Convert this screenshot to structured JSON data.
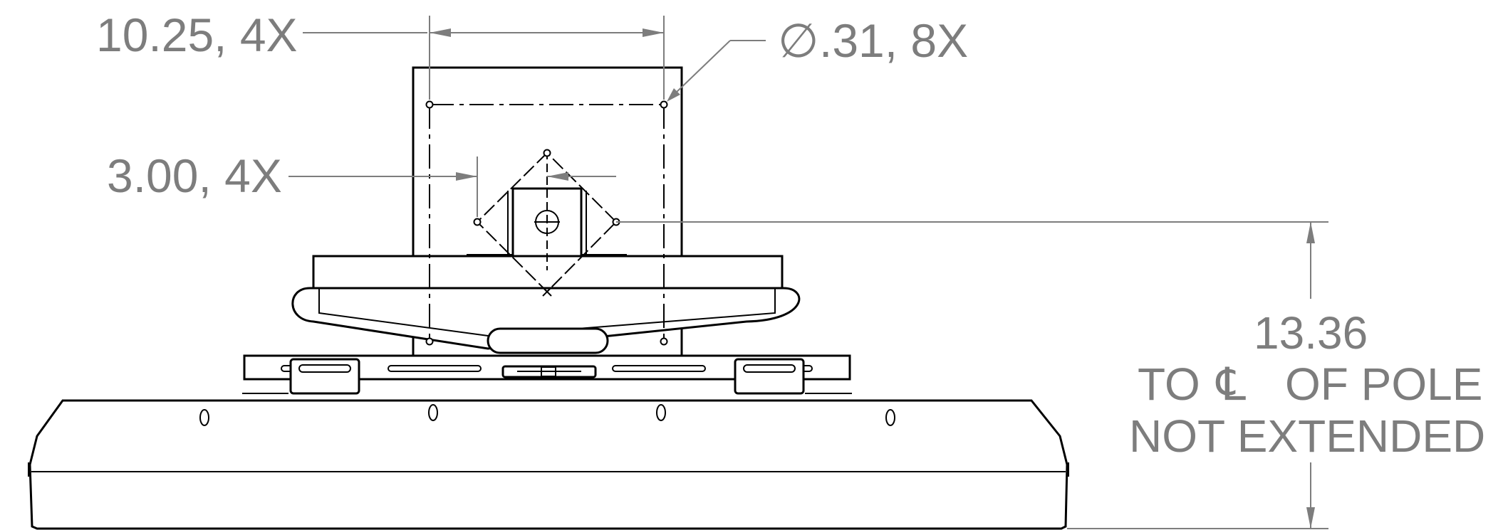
{
  "annotations": {
    "hole_spacing_large": "10.25, 4X",
    "hole_diameter": ".31, 8X",
    "diameter_symbol": "∅",
    "hole_spacing_small": "3.00, 4X",
    "pole_dimension_value": "13.36",
    "pole_dimension_line2_prefix": "TO",
    "centerline_symbol": "℄",
    "pole_dimension_line2_suffix": "OF POLE",
    "pole_dimension_line3": "NOT EXTENDED"
  },
  "colors": {
    "dimension_gray": "#7d7d7d",
    "outline_black": "#000000",
    "background": "#ffffff"
  }
}
